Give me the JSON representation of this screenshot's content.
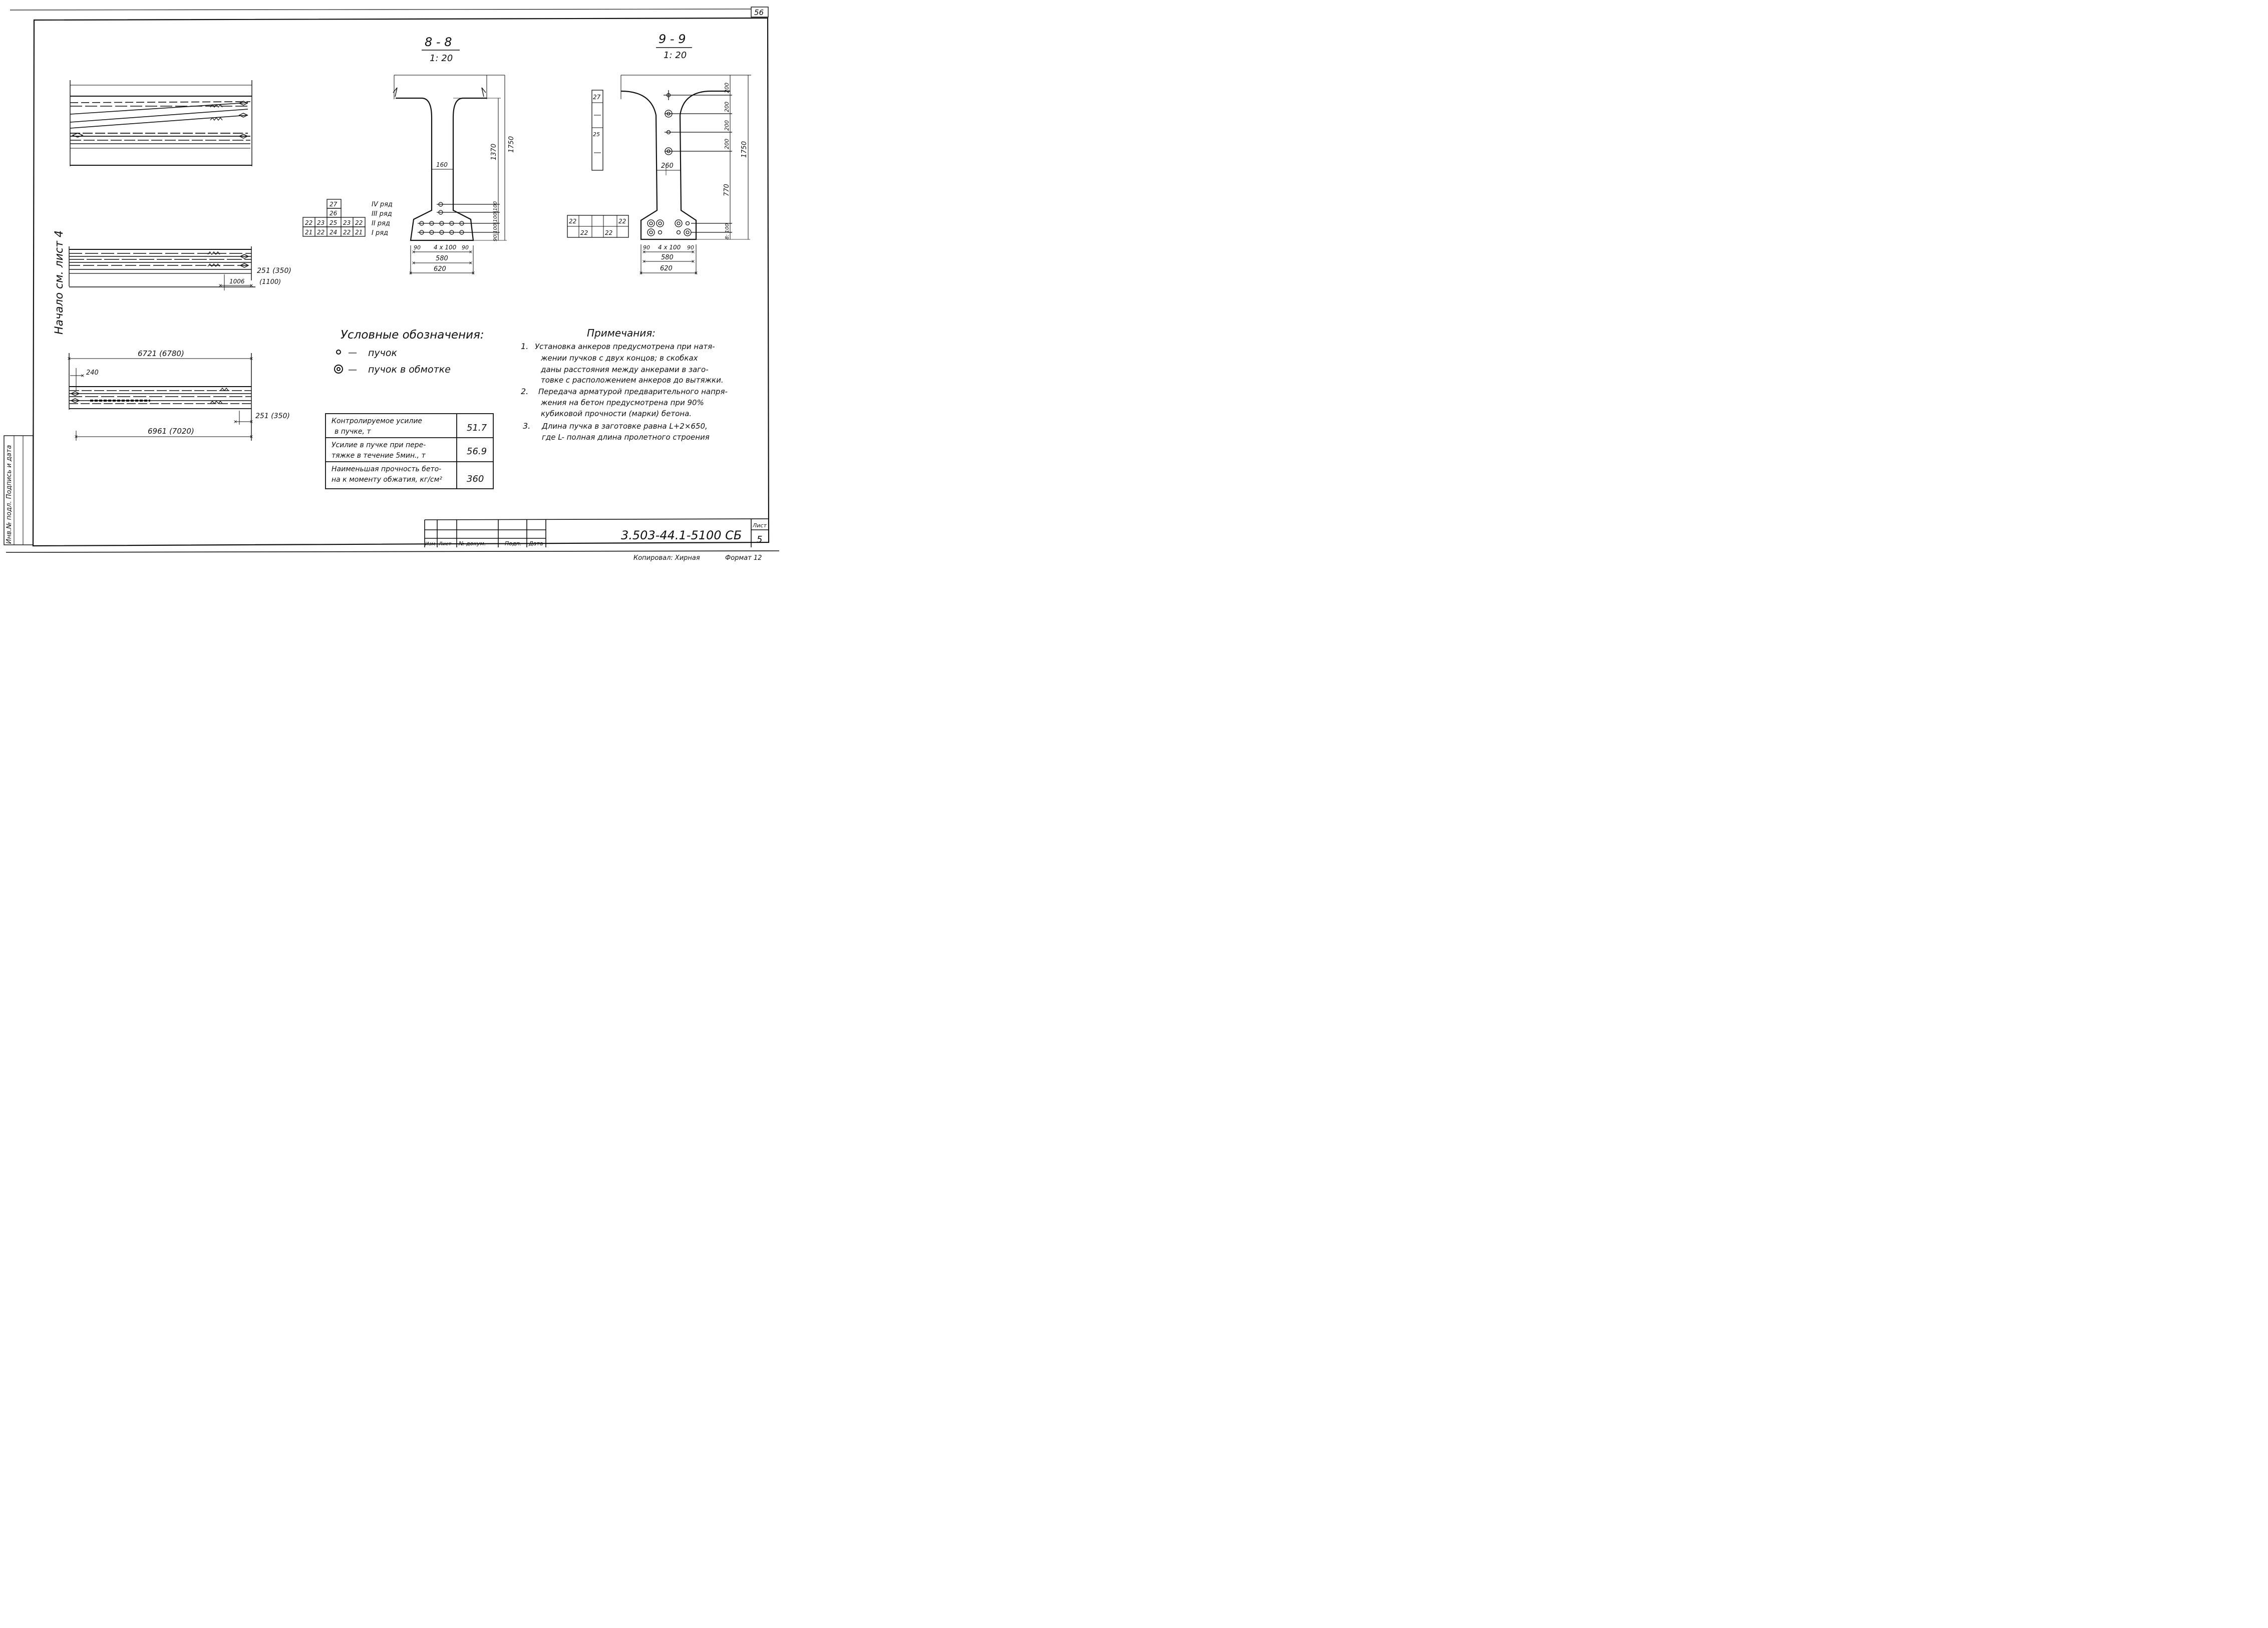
{
  "sheet_corner_number": "56",
  "left_margin_label": "Начало см. лист 4",
  "left_stamp_label": "Инв.№ подл. Подпись и дата",
  "elevations": {
    "middle": {
      "dim_a": "251 (350)",
      "dim_b": "1006",
      "dim_c": "(1100)"
    },
    "bottom": {
      "top_dim": "6721 (6780)",
      "left_dim": "240",
      "right_dim": "251 (350)",
      "bottom_dim": "6961 (7020)"
    }
  },
  "row_table": {
    "rows": [
      {
        "cells": [
          "27"
        ],
        "label": "IV ряд"
      },
      {
        "cells": [
          "26"
        ],
        "label": "III ряд"
      },
      {
        "cells": [
          "22",
          "23",
          "25",
          "23",
          "22"
        ],
        "label": "II ряд"
      },
      {
        "cells": [
          "21",
          "22",
          "24",
          "22",
          "21"
        ],
        "label": "I ряд"
      }
    ]
  },
  "section_8": {
    "title": "8 - 8",
    "scale": "1: 20",
    "dims": {
      "web": "160",
      "h_inner": "1370",
      "h_total": "1750",
      "bottom_stack": "90|100|100|100",
      "spacing": "4 x 100",
      "edge_l": "90",
      "edge_r": "90",
      "w_inner": "580",
      "w_total": "620"
    }
  },
  "section_9": {
    "title": "9 - 9",
    "scale": "1: 20",
    "dims": {
      "s1": "200",
      "s2": "200",
      "s3": "200",
      "s4": "200",
      "web": "260",
      "h_lower": "770",
      "h_total": "1750",
      "bottom_stack": "8: 100",
      "spacing": "4 x 100",
      "edge_l": "90",
      "edge_r": "90",
      "w_inner": "580",
      "w_total": "620"
    },
    "side_labels": [
      "27",
      "25",
      "22",
      "22",
      "22",
      "22"
    ]
  },
  "legend": {
    "title": "Условные обозначения:",
    "items": [
      {
        "icon": "bundle-icon",
        "text": "пучок"
      },
      {
        "icon": "wrapped-bundle-icon",
        "text": "пучок в обмотке"
      }
    ]
  },
  "notes": {
    "title": "Примечания:",
    "items": [
      {
        "num": "1.",
        "lines": [
          "Установка анкеров предусмотрена при натя-",
          "жении пучков с двух концов; в скобках",
          "даны расстояния между анкерами в заго-",
          "товке с расположением анкеров до вытяжки."
        ]
      },
      {
        "num": "2.",
        "lines": [
          "Передача арматурой предварительного напря-",
          "жения на бетон предусмотрена при 90%",
          "кубиковой прочности (марки) бетона."
        ]
      },
      {
        "num": "3.",
        "lines": [
          "Длина пучка в заготовке равна L+2×650,",
          "где L- полная длина пролетного строения"
        ]
      }
    ]
  },
  "force_table": {
    "rows": [
      {
        "label": [
          "Контролируемое усилие",
          "в пучке, т"
        ],
        "value": "51.7"
      },
      {
        "label": [
          "Усилие в пучке при пере-",
          "тяжке в течение 5мин., т"
        ],
        "value": "56.9"
      },
      {
        "label": [
          "Наименьшая прочность бето-",
          "на к моменту обжатия, кг/см²"
        ],
        "value": "360"
      }
    ]
  },
  "title_block": {
    "headers": [
      "Изм",
      "Лист",
      "№ докум.",
      "Подп.",
      "Дата"
    ],
    "doc_number": "3.503-44.1-5100 СБ",
    "sheet_label": "Лист",
    "sheet_number": "5"
  },
  "footer": {
    "copied": "Копировал: Хирная",
    "format": "Формат 12"
  }
}
